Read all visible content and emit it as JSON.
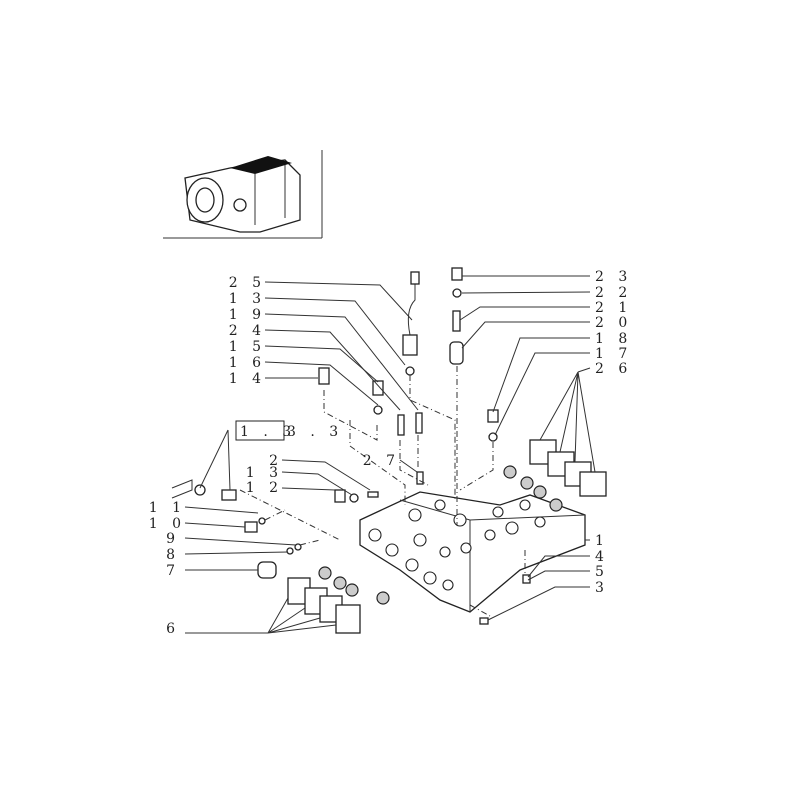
{
  "diagram": {
    "reference_box": {
      "boxed": "1 . 3",
      "suffix": "3 . 3"
    },
    "left_labels": [
      {
        "id": "25",
        "text": "2 5"
      },
      {
        "id": "13a",
        "text": "1 3"
      },
      {
        "id": "19",
        "text": "1 9"
      },
      {
        "id": "24",
        "text": "2 4"
      },
      {
        "id": "15",
        "text": "1 5"
      },
      {
        "id": "16",
        "text": "1 6"
      },
      {
        "id": "14",
        "text": "1 4"
      },
      {
        "id": "2",
        "text": "2"
      },
      {
        "id": "27",
        "text": "2 7"
      },
      {
        "id": "13b",
        "text": "1 3"
      },
      {
        "id": "12",
        "text": "1 2"
      },
      {
        "id": "11",
        "text": "1 1"
      },
      {
        "id": "10",
        "text": "1 0"
      },
      {
        "id": "9",
        "text": "9"
      },
      {
        "id": "8",
        "text": "8"
      },
      {
        "id": "7",
        "text": "7"
      },
      {
        "id": "6",
        "text": "6"
      }
    ],
    "right_labels": [
      {
        "id": "23",
        "text": "2 3"
      },
      {
        "id": "22",
        "text": "2 2"
      },
      {
        "id": "21",
        "text": "2 1"
      },
      {
        "id": "20",
        "text": "2 0"
      },
      {
        "id": "18",
        "text": "1 8"
      },
      {
        "id": "17",
        "text": "1 7"
      },
      {
        "id": "26",
        "text": "2 6"
      },
      {
        "id": "1",
        "text": "1"
      },
      {
        "id": "4",
        "text": "4"
      },
      {
        "id": "5",
        "text": "5"
      },
      {
        "id": "3",
        "text": "3"
      }
    ]
  }
}
